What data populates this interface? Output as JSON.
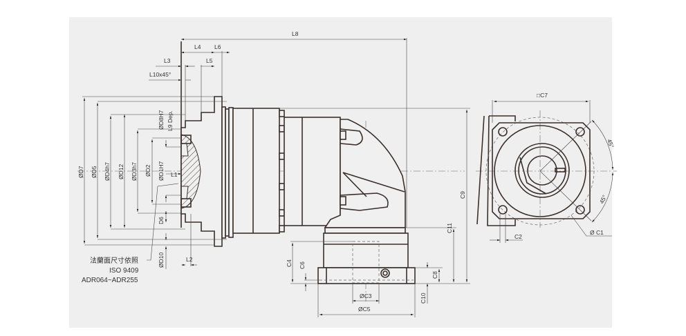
{
  "drawing": {
    "colors": {
      "background": "#efefef",
      "line": "#3a2f2a",
      "dimension": "#444444"
    },
    "side_view": {
      "L8": "L8",
      "L4": "L4",
      "L6": "L6",
      "L3": "L3",
      "L5": "L5",
      "L10": "L10x45°",
      "D7": "ØD7",
      "D5": "ØD5",
      "D4": "ØD4h7",
      "D12": "ØD12",
      "D3": "ØD3h7",
      "D2": "ØD2",
      "D1": "ØD1H7",
      "D8": "ØD8H7",
      "L9": "L9 Dep.",
      "L1": "L1",
      "D6": "D6",
      "D10": "ØD10",
      "L2": "L2",
      "C4": "C4",
      "C6": "C6",
      "C3": "ØC3",
      "C5": "ØC5",
      "C8": "C8",
      "C10": "C10",
      "C11": "C11",
      "C9": "C9"
    },
    "note": {
      "line1": "法蘭面尺寸依照",
      "line2": "ISO 9409",
      "line3": "ADR064~ADR255"
    },
    "end_view": {
      "C7": "□C7",
      "C2": "C2",
      "C1": "Ø C1",
      "angle1": "45°",
      "angle2": "45°"
    }
  }
}
